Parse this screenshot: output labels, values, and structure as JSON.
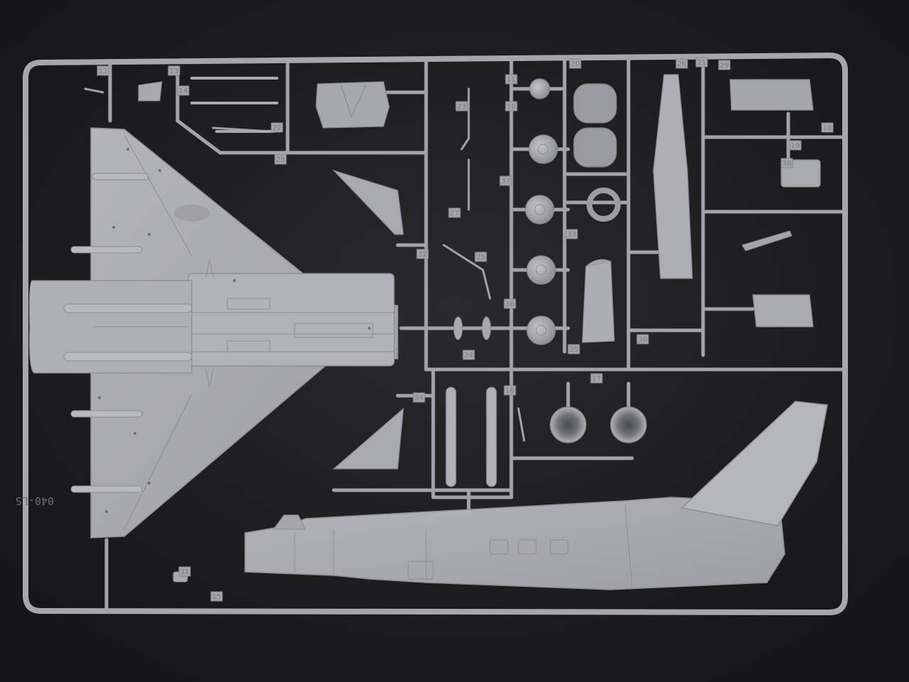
{
  "scene": {
    "subject": "plastic model kit sprue",
    "colors": {
      "background": "#1c1c1e",
      "plastic": "#a9aaaf",
      "plastic_light": "#bdbec3",
      "plastic_shadow": "#85868b",
      "panel_line": "#8c8d92"
    }
  },
  "sprue": {
    "stamp_text": "040-LS",
    "part_numbers": [
      "12",
      "13",
      "14",
      "28",
      "22",
      "11",
      "10",
      "20",
      "21",
      "18",
      "19",
      "24",
      "25",
      "37",
      "36",
      "33",
      "32",
      "34",
      "35",
      "30",
      "17",
      "16",
      "15",
      "31",
      "38",
      "29",
      "26",
      "27",
      "23"
    ]
  }
}
